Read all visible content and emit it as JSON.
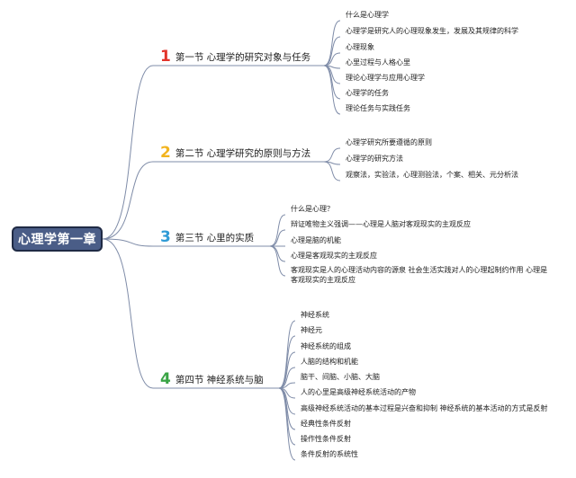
{
  "root": {
    "label": "心理学第一章"
  },
  "colors": {
    "line": "#7f8ca8",
    "s1": "#e2342b",
    "s2": "#f2b41f",
    "s3": "#2f9bd6",
    "s4": "#3aa445"
  },
  "sections": [
    {
      "num": "1",
      "title": "第一节 心理学的研究对象与任务",
      "color": "#e2342b",
      "items": [
        "什么是心理学",
        "心理学是研究人的心理现象发生，发展及其规律的科学",
        "心理现象",
        "心里过程与人格心里",
        "理论心理学与应用心理学",
        "心理学的任务",
        "理论任务与实践任务"
      ]
    },
    {
      "num": "2",
      "title": "第二节 心理学研究的原则与方法",
      "color": "#f2b41f",
      "items": [
        "心理学研究所要遵循的原则",
        "心理学的研究方法",
        "观察法，实验法，心理测验法，个案、相关、元分析法"
      ]
    },
    {
      "num": "3",
      "title": "第三节 心里的实质",
      "color": "#2f9bd6",
      "items": [
        "什么是心理？",
        "辩证唯物主义强调——心理是人脑对客观现实的主观反应",
        "心理是脑的机能",
        "心理是客观现实的主观反应",
        "客观现实是人的心理活动内容的源泉 社会生活实践对人的心理起制约作用 心理是客观现实的主观反应"
      ]
    },
    {
      "num": "4",
      "title": "第四节 神经系统与脑",
      "color": "#3aa445",
      "items": [
        "神经系统",
        "神经元",
        "神经系统的组成",
        "人脑的结构和机能",
        "脑干、间脑、小脑、大脑",
        "人的心里是高级神经系统活动的产物",
        "高级神经系统活动的基本过程是兴奋和抑制 神经系统的基本活动的方式是反射",
        "经典性条件反射",
        "操作性条件反射",
        "条件反射的系统性"
      ]
    }
  ]
}
